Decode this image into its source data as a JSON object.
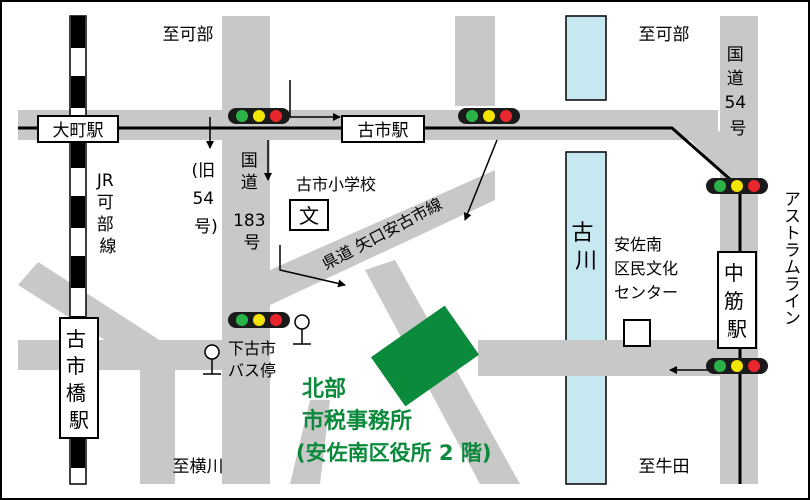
{
  "colors": {
    "road": "#c8c8c8",
    "river": "#c6e9f1",
    "target": "#0b8a3c",
    "signal_green": "#2bb34a",
    "signal_yellow": "#f2e500",
    "signal_red": "#e8262d"
  },
  "stations": {
    "omachi": "大町駅",
    "furuichi": "古市駅",
    "furuichibashi": "古市橋駅",
    "nakasuji": "中筋駅"
  },
  "lines": {
    "jr_kabe": [
      "JR",
      "可",
      "部",
      "線"
    ],
    "astram": "アストラムライン"
  },
  "roads": {
    "route54": [
      "国",
      "道",
      "54",
      "号"
    ],
    "route183": [
      "国",
      "道",
      "183",
      "号"
    ],
    "old54": [
      "(旧",
      "54",
      "号)"
    ],
    "pref_road": "県道 矢口安古市線"
  },
  "directions": {
    "to_kabe_left": "至可部",
    "to_kabe_right": "至可部",
    "to_yokogawa": "至横川",
    "to_ushida": "至牛田"
  },
  "river": {
    "name": "古川"
  },
  "landmarks": {
    "school": "古市小学校",
    "school_symbol": "文",
    "culture_center": [
      "安佐南",
      "区民文化",
      "センター"
    ],
    "bus_stop": [
      "下古市",
      "バス停"
    ]
  },
  "target": {
    "line1": "北部",
    "line2": "市税事務所",
    "line3": "(安佐南区役所 2 階)"
  }
}
